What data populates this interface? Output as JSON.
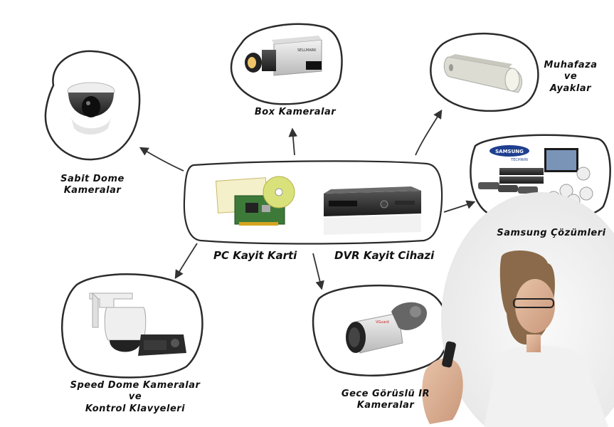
{
  "center": {
    "label_pc": "PC Kayit Karti",
    "label_dvr": "DVR Kayit Cihazi"
  },
  "nodes": {
    "sabit_dome": {
      "line1": "Sabit Dome",
      "line2": "Kameralar"
    },
    "box": {
      "line1": "Box Kameralar"
    },
    "muhafaza": {
      "line1": "Muhafaza",
      "line2": "ve",
      "line3": "Ayaklar"
    },
    "samsung": {
      "line1": "Samsung Çözümleri"
    },
    "speed_dome": {
      "line1": "Speed Dome Kameralar",
      "line2": "ve",
      "line3": "Kontrol Klavyeleri"
    },
    "gece": {
      "line1": "Gece Görüslü IR",
      "line2": "Kameralar"
    }
  },
  "product_text": {
    "box_camera_brand": "SELLMARK",
    "samsung_brand": "SAMSUNG",
    "samsung_sub": "TECHWIN",
    "vguard_brand": "VGuard"
  },
  "colors": {
    "ink": "#2b2b2b",
    "accent_blue": "#1f3f8f"
  }
}
